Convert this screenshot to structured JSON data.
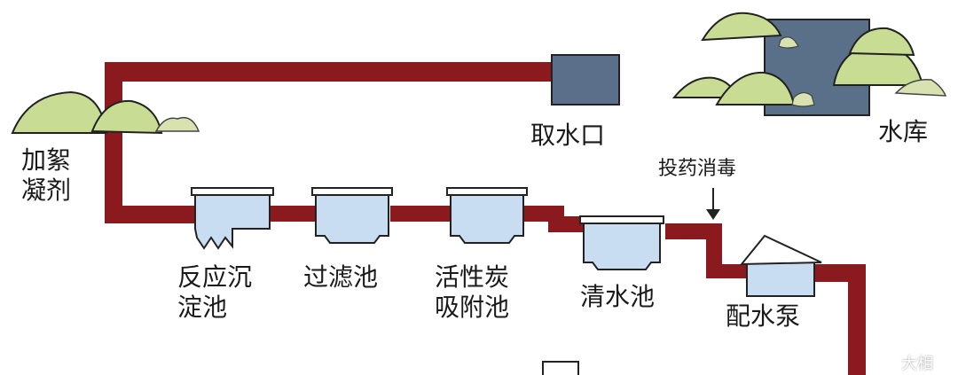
{
  "labels": {
    "intake": "取水口",
    "reservoir": "水库",
    "coagulation": [
      "加絮",
      "凝剂"
    ],
    "sedimentation": [
      "反应沉",
      "淀池"
    ],
    "filter": "过滤池",
    "carbon": [
      "活性炭",
      "吸附池"
    ],
    "clearwell": "清水池",
    "disinfection": "投药消毒",
    "pump": "配水泵"
  },
  "watermark": "大相",
  "colors": {
    "pipe": "#8b1a1f",
    "pipe_dark": "#5a0e12",
    "tank_fill": "#c8dcf2",
    "tank_stroke": "#222222",
    "reservoir_fill": "#5a7088",
    "intake_fill": "#5b6f8a",
    "hill_fill": "#c9dc94"
  }
}
